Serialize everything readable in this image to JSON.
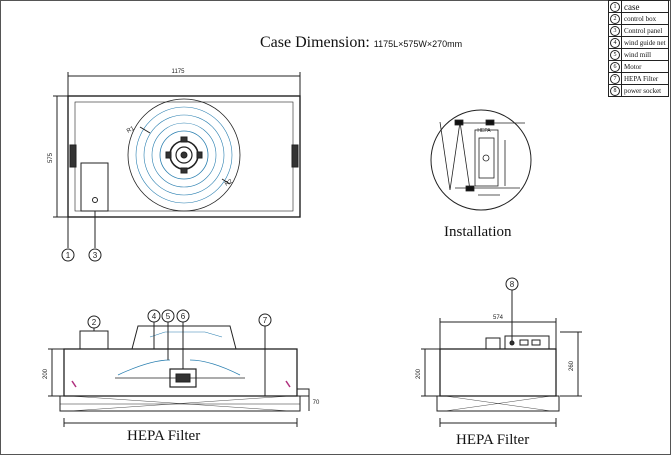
{
  "title": {
    "main": "Case Dimension:",
    "dims": "1175L×575W×270mm"
  },
  "legend": [
    {
      "num": "1",
      "label": "case"
    },
    {
      "num": "2",
      "label": "control box"
    },
    {
      "num": "3",
      "label": "Control panel"
    },
    {
      "num": "4",
      "label": "wind guide net"
    },
    {
      "num": "5",
      "label": "wind mill"
    },
    {
      "num": "6",
      "label": "Motor"
    },
    {
      "num": "7",
      "label": "HEPA Filter"
    },
    {
      "num": "8",
      "label": "power socket"
    }
  ],
  "top_view": {
    "width_dim": "1175",
    "height_dim": "575",
    "callouts": [
      "1",
      "3"
    ],
    "arc_marks": [
      "R1",
      "R2"
    ]
  },
  "installation": {
    "caption": "Installation",
    "tag": "HEPA"
  },
  "front_view": {
    "caption": "HEPA Filter",
    "height_dim": "200",
    "side_dim": "70",
    "callouts": [
      "2",
      "4",
      "5",
      "6",
      "7"
    ]
  },
  "side_view": {
    "caption": "HEPA Filter",
    "width_dim": "574",
    "height_dim": "200",
    "total_dim": "260",
    "callouts": [
      "8"
    ]
  }
}
